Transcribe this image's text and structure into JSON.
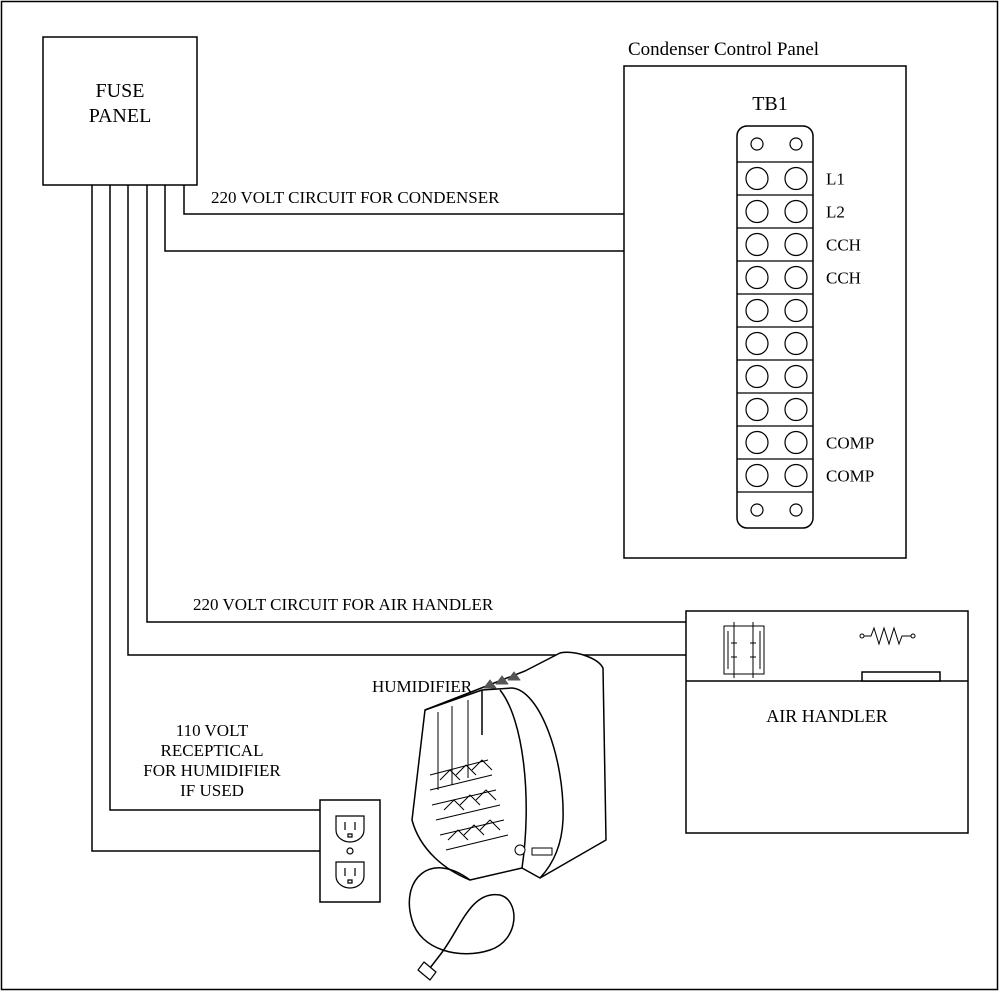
{
  "fuse_panel": {
    "line1": "FUSE",
    "line2": "PANEL"
  },
  "condenser_panel": {
    "title": "Condenser Control Panel",
    "terminal_block": "TB1",
    "terminals": [
      "L1",
      "L2",
      "CCH",
      "CCH",
      "",
      "",
      "",
      "",
      "COMP",
      "COMP"
    ]
  },
  "circuits": {
    "condenser": "220 VOLT CIRCUIT FOR CONDENSER",
    "air_handler": "220 VOLT CIRCUIT FOR AIR HANDLER"
  },
  "air_handler": {
    "label": "AIR HANDLER"
  },
  "humidifier": {
    "label": "HUMIDIFIER"
  },
  "receptacle": {
    "lines": [
      "110 VOLT",
      "RECEPTICAL",
      "FOR HUMIDIFIER",
      "IF USED"
    ]
  },
  "icons": {
    "contactor": "contactor-icon",
    "heater": "resistor-icon",
    "outlet": "duplex-outlet-icon",
    "humidifier": "humidifier-illustration"
  },
  "colors": {
    "line": "#000000",
    "background": "#ffffff",
    "shade": "#555555"
  }
}
